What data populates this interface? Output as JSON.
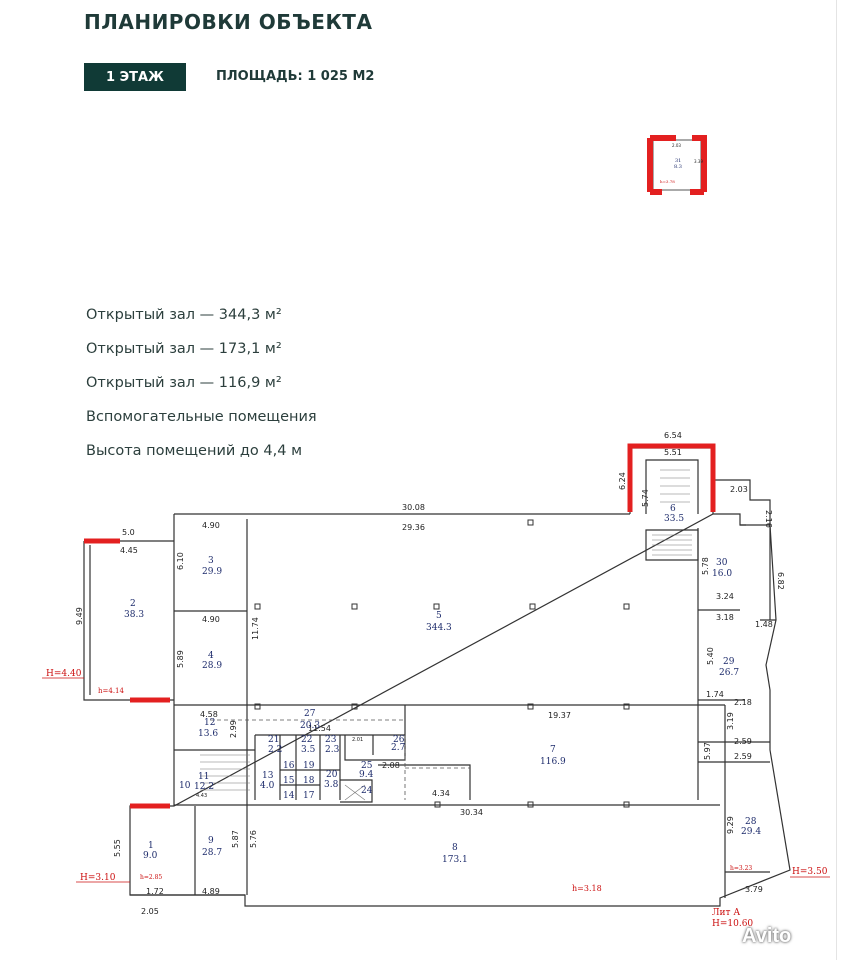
{
  "header": {
    "title": "ПЛАНИРОВКИ ОБЪЕКТА",
    "floor_label": "1 ЭТАЖ",
    "area_label": "ПЛОЩАДЬ: 1 025 М2"
  },
  "legend": [
    "Открытый зал — 344,3 м²",
    "Открытый зал — 173,1 м²",
    "Открытый зал — 116,9 м²",
    "Вспомогательные помещения",
    "Высота помещений до 4,4 м"
  ],
  "inset": {
    "dim": "2.03",
    "room": "31",
    "area": "8.3",
    "side": "3.39",
    "h": "h=3.78"
  },
  "dims": {
    "d654": "6.54",
    "d551": "5.51",
    "d624": "6.24",
    "d574": "5.74",
    "d203": "2.03",
    "d216": "2.16",
    "d3008": "30.08",
    "d2936": "29.36",
    "d50": "5.0",
    "d445": "4.45",
    "d949": "9.49",
    "d490a": "4.90",
    "d610": "6.10",
    "d490b": "4.90",
    "d589": "5.89",
    "d1174": "11.74",
    "d458": "4.58",
    "d299": "2.99",
    "d1154": "11.54",
    "d1937": "19.37",
    "d597": "5.97",
    "d682": "6.82",
    "d578": "5.78",
    "d324": "3.24",
    "d318": "3.18",
    "d148": "1.48",
    "d540": "5.40",
    "d174": "1.74",
    "d218": "2.18",
    "d319": "3.19",
    "d259a": "2.59",
    "d259b": "2.59",
    "d929": "9.29",
    "d379": "3.79",
    "d3034": "30.34",
    "d434": "4.34",
    "d208": "2.08",
    "d555": "5.55",
    "d172": "1.72",
    "d205": "2.05",
    "d489": "4.89",
    "d587": "5.87",
    "d576": "5.76",
    "d201": "2.01",
    "d443": "4.43"
  },
  "heights": {
    "h440": "H=4.40",
    "h414": "h=4.14",
    "h310": "H=3.10",
    "h285": "h=2.85",
    "h318": "h=3.18",
    "h323": "h=3.23",
    "h350": "H=3.50",
    "h1060": "H=10.60",
    "lit": "Лит А"
  },
  "rooms": {
    "r1": "1",
    "a1": "9.0",
    "r2": "2",
    "a2": "38.3",
    "r3": "3",
    "a3": "29.9",
    "r4": "4",
    "a4": "28.9",
    "r5": "5",
    "a5": "344.3",
    "r6": "6",
    "a6": "33.5",
    "r7": "7",
    "a7": "116.9",
    "r8": "8",
    "a8": "173.1",
    "r9": "9",
    "a9": "28.7",
    "r10": "10",
    "r11": "11",
    "a11": "12.2",
    "r12": "12",
    "a12": "13.6",
    "r13": "13",
    "a13": "4.0",
    "r14": "14",
    "r15": "15",
    "r16": "16",
    "r17": "17",
    "r18": "18",
    "r19": "19",
    "r20": "20",
    "a20": "3.8",
    "r21": "21",
    "a21": "2.2",
    "r22": "22",
    "a22": "3.5",
    "r23": "23",
    "a23": "2.3",
    "r24": "24",
    "r25": "25",
    "a25": "9.4",
    "r26": "26",
    "a26": "2.7",
    "r27": "27",
    "a27": "20.3",
    "r28": "28",
    "a28": "29.4",
    "r29": "29",
    "a29": "26.7",
    "r30": "30",
    "a30": "16.0"
  },
  "watermark": "Avito"
}
